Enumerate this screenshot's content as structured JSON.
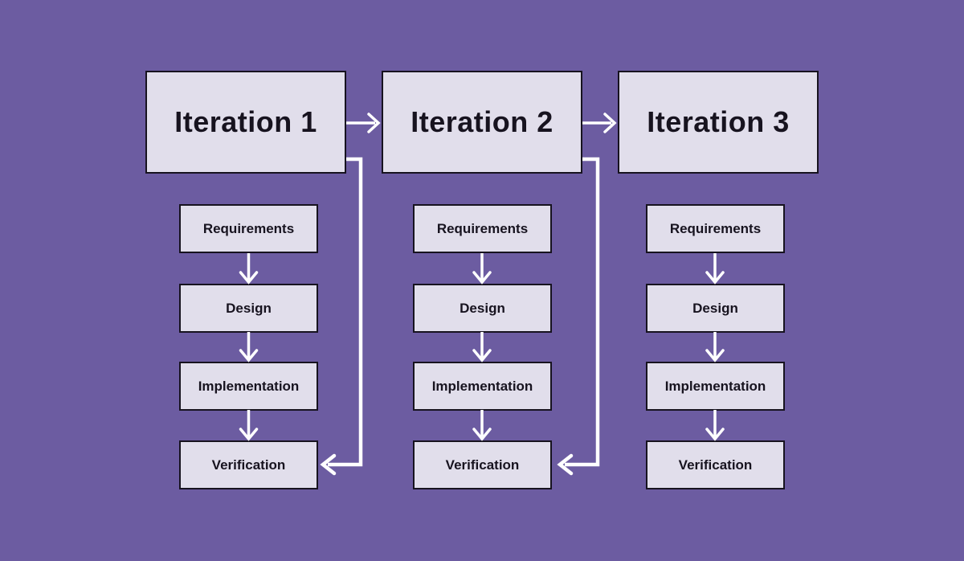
{
  "colors": {
    "background": "#6C5CA1",
    "box_fill": "#E1DEEB",
    "box_border": "#17131F",
    "text_color": "#17131F",
    "connector": "#FFFFFF"
  },
  "iterations": [
    {
      "title": "Iteration 1",
      "stages": [
        "Requirements",
        "Design",
        "Implementation",
        "Verification"
      ]
    },
    {
      "title": "Iteration 2",
      "stages": [
        "Requirements",
        "Design",
        "Implementation",
        "Verification"
      ]
    },
    {
      "title": "Iteration 3",
      "stages": [
        "Requirements",
        "Design",
        "Implementation",
        "Verification"
      ]
    }
  ]
}
